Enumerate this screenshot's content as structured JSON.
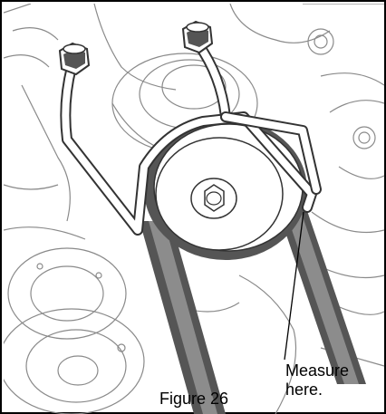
{
  "figure": {
    "caption": "Figure 26",
    "callout_line1": "Measure",
    "callout_line2": "here."
  },
  "colors": {
    "line": "#333333",
    "belt": "#555555",
    "background": "#ffffff"
  }
}
